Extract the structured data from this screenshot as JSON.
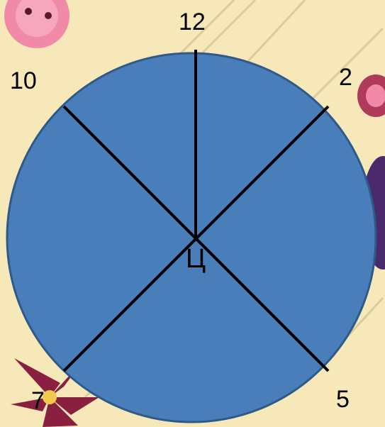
{
  "labels": {
    "top": "12",
    "upper_left": "10",
    "upper_right": "2",
    "lower_left": "7",
    "lower_right": "5",
    "center": "Ц"
  },
  "colors": {
    "circle_fill": "#4a7ebb",
    "circle_stroke": "#2e5a8a",
    "divider": "#000000",
    "background": "#f6e8b8",
    "button_pink": "#f08aa8",
    "button_dark": "#b03a5a",
    "flower": "#8a2040",
    "decor_purple": "#4a2a6a"
  },
  "decor": [
    "pink-button",
    "pink-bobbin",
    "purple-flower",
    "lace-band"
  ]
}
